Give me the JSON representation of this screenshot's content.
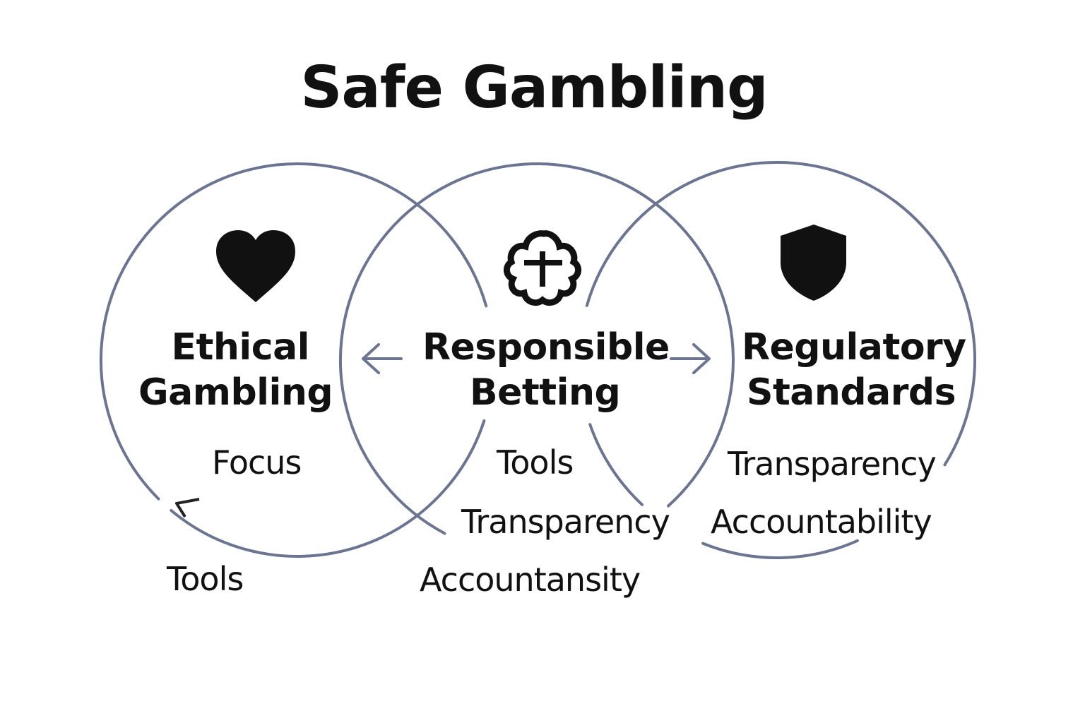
{
  "title": "Safe Gambling",
  "colors": {
    "circle": "#6b7591",
    "icon": "#111111",
    "text": "#111111"
  },
  "sections": [
    {
      "heading": [
        "Ethical",
        "Gambling"
      ],
      "icon": "heart-icon",
      "items": [
        "Focus",
        "Tools"
      ]
    },
    {
      "heading": [
        "Responsible",
        "Betting"
      ],
      "icon": "clover-icon",
      "items": [
        "Tools",
        "Transparency",
        "Accountansity"
      ]
    },
    {
      "heading": [
        "Regulatory",
        "Standards"
      ],
      "icon": "shield-icon",
      "items": [
        "Transparency",
        "Accountability"
      ]
    }
  ]
}
